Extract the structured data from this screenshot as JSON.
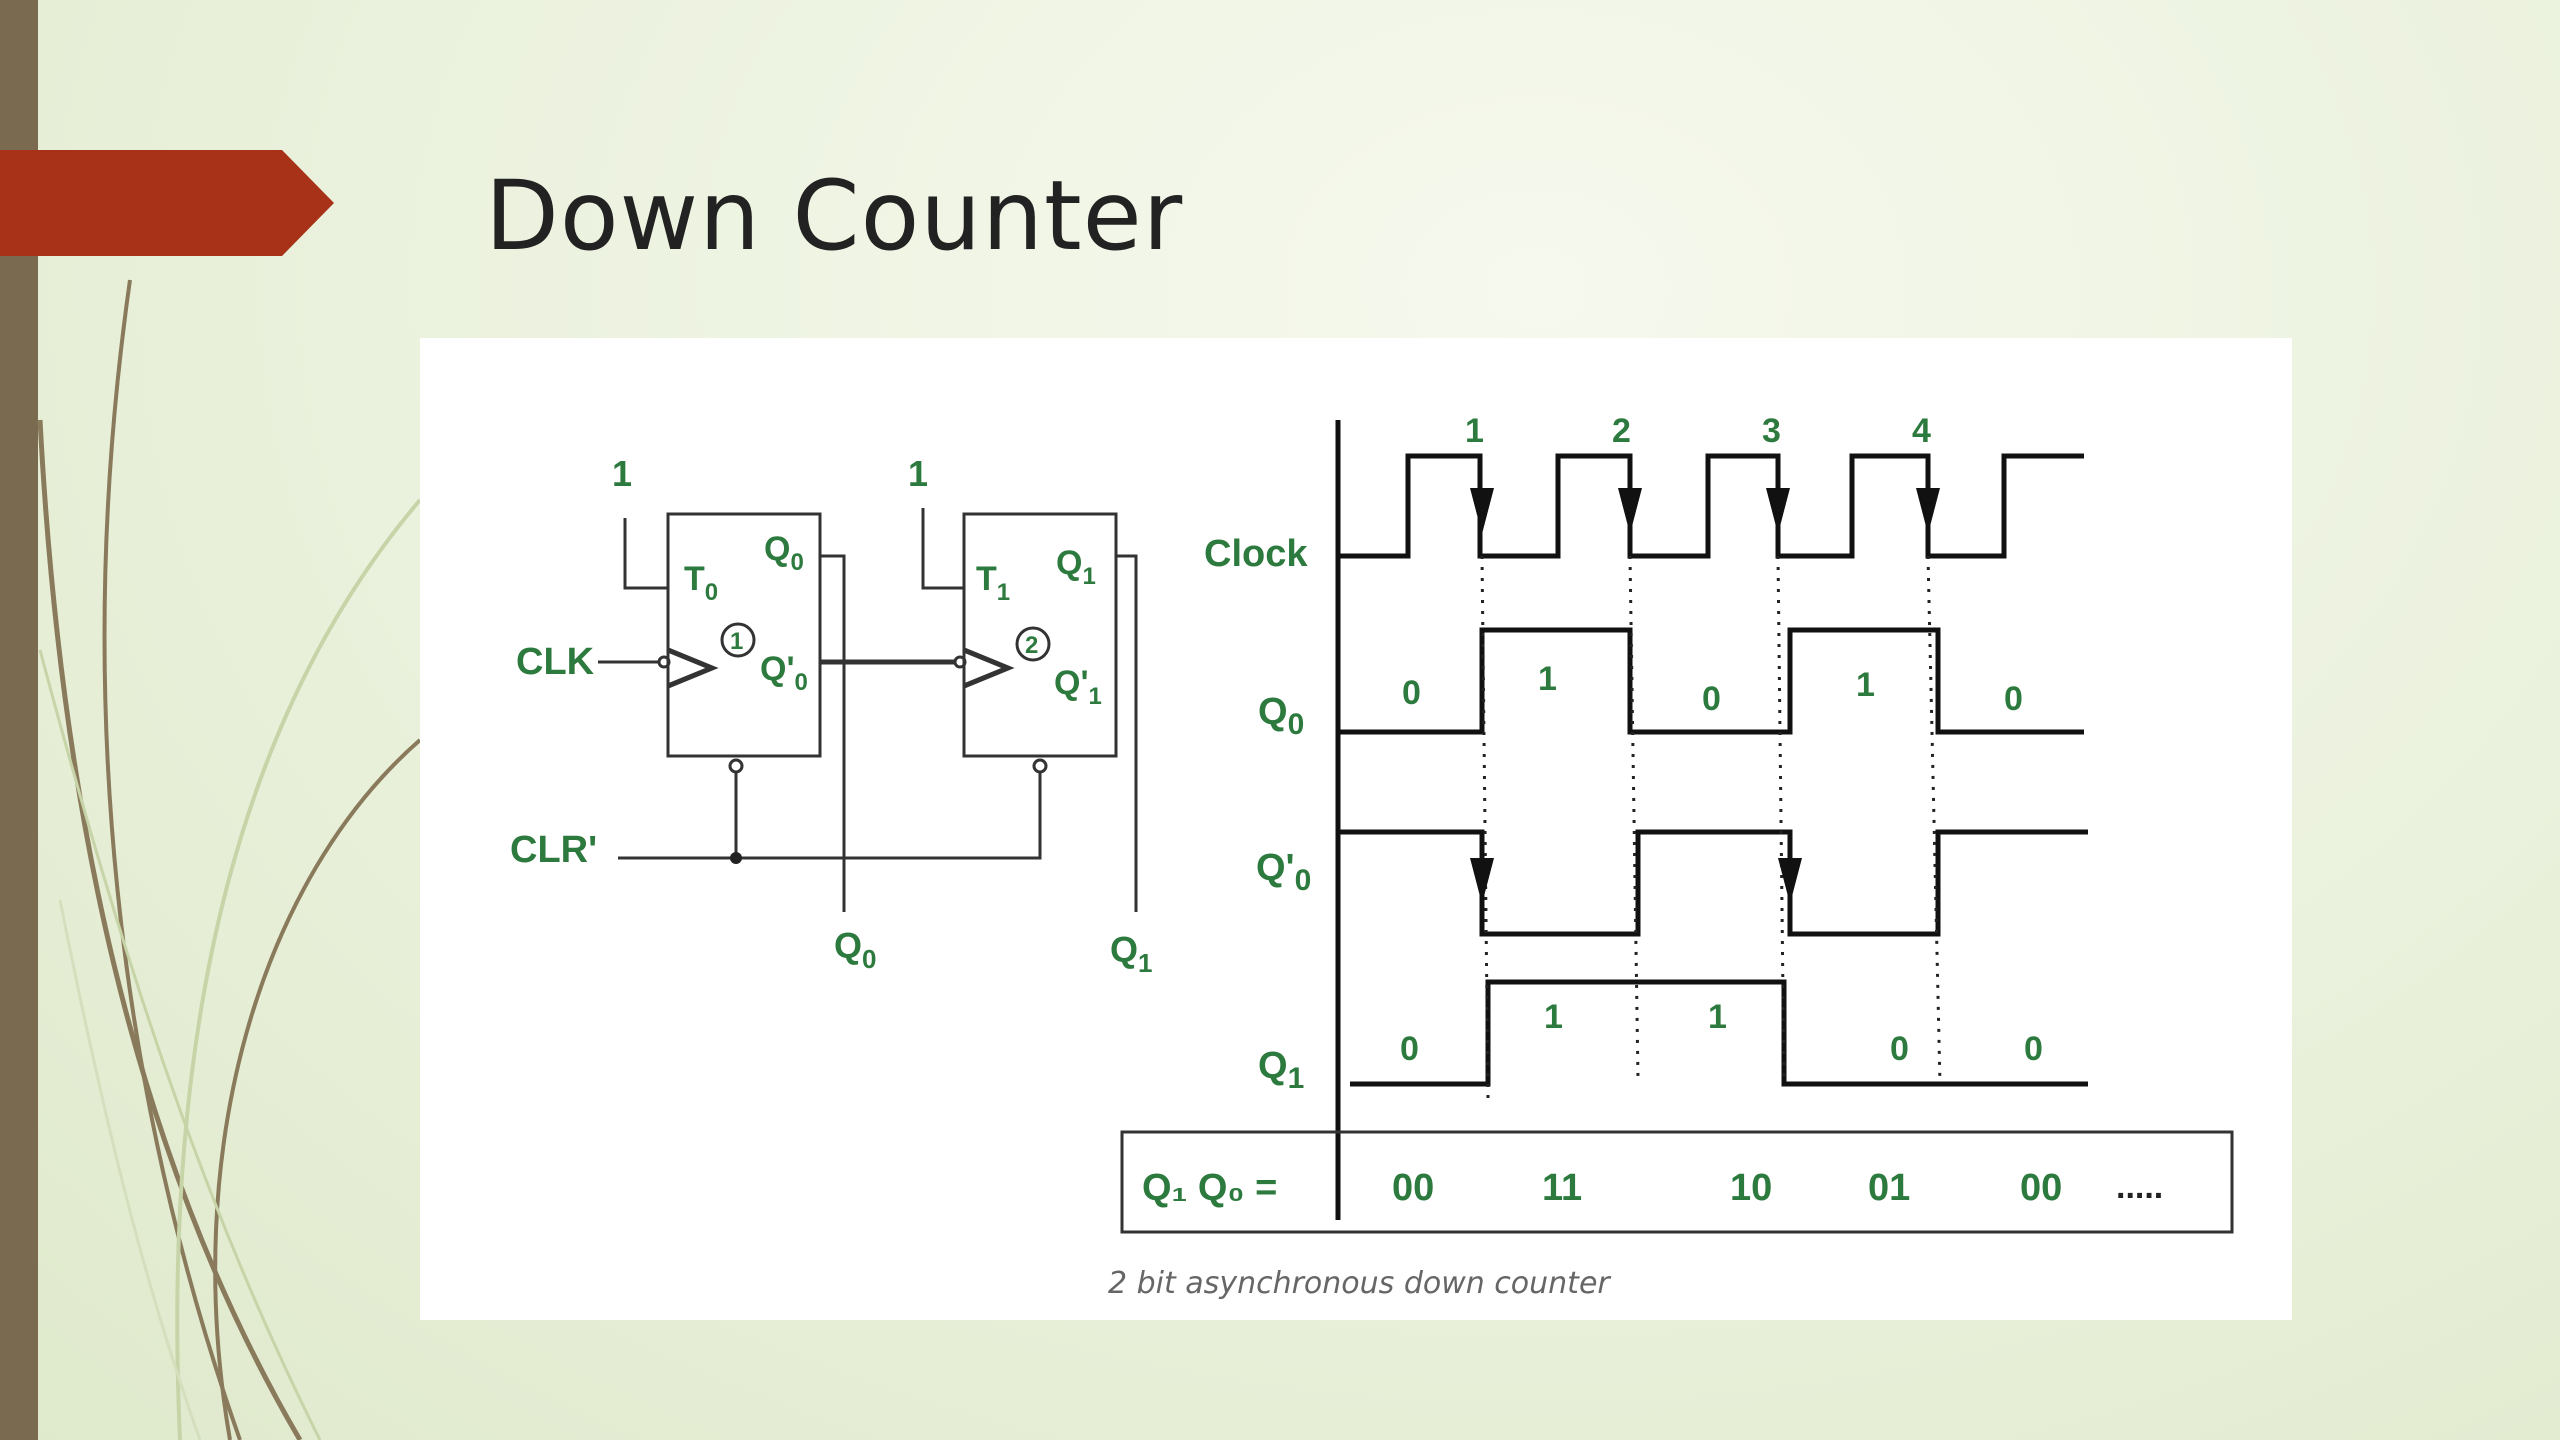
{
  "slide": {
    "title": "Down Counter"
  },
  "figure": {
    "caption": "2 bit asynchronous down counter",
    "circuit": {
      "input_one_a": "1",
      "input_one_b": "1",
      "clk_label": "CLK",
      "clr_label": "CLR'",
      "ff0": {
        "t": "T",
        "t_sub": "0",
        "q": "Q",
        "q_sub": "0",
        "qbar": "Q'",
        "qbar_sub": "0",
        "number": "1"
      },
      "ff1": {
        "t": "T",
        "t_sub": "1",
        "q": "Q",
        "q_sub": "1",
        "qbar": "Q'",
        "qbar_sub": "1",
        "number": "2"
      },
      "out_q0": "Q",
      "out_q0_sub": "0",
      "out_q1": "Q",
      "out_q1_sub": "1"
    },
    "timing": {
      "clock_label": "Clock",
      "q0_label": "Q",
      "q0_sub": "0",
      "q0bar_label": "Q'",
      "q0bar_sub": "0",
      "q1_label": "Q",
      "q1_sub": "1",
      "pulse_numbers": [
        "1",
        "2",
        "3",
        "4"
      ],
      "q0_values": [
        "0",
        "1",
        "0",
        "1",
        "0"
      ],
      "q1_values": [
        "0",
        "1",
        "1",
        "0",
        "0"
      ],
      "count_label": "Q₁ Q₀ =",
      "count_values": [
        "00",
        "11",
        "10",
        "01",
        "00"
      ],
      "count_ellipsis": "....."
    }
  }
}
